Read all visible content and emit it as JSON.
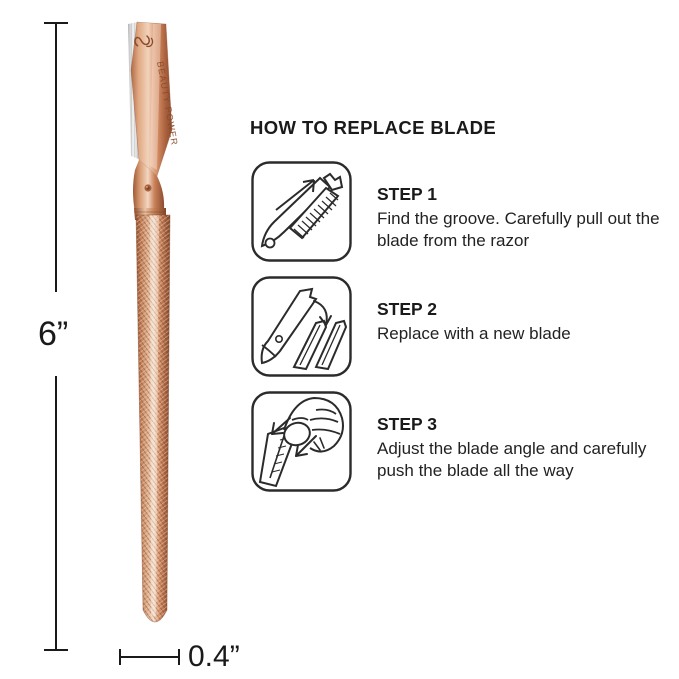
{
  "product": {
    "name": "rose-gold folding eyebrow razor",
    "brand_text": "BEAUTY POWER",
    "brand_logo": "script-monogram-logo",
    "colors": {
      "rose_gold_dark": "#9C5A39",
      "rose_gold_mid": "#C98059",
      "rose_gold_light": "#E6B595",
      "rose_gold_highlight": "#F4DACA",
      "blade_silver": "#D8D8D8",
      "outline": "#1a1a1a",
      "background": "#ffffff"
    }
  },
  "dimensions": {
    "height_label": "6”",
    "width_label": "0.4”"
  },
  "instructions": {
    "title": "HOW TO REPLACE BLADE",
    "steps": [
      {
        "label": "STEP 1",
        "description": "Find the groove. Carefully pull out the blade from the razor",
        "icon": "razor-pull-blade-arrow-icon"
      },
      {
        "label": "STEP 2",
        "description": "Replace with a new blade",
        "icon": "razor-new-blades-arrow-icon"
      },
      {
        "label": "STEP 3",
        "description": "Adjust the blade angle and carefully push the blade all the way",
        "icon": "hand-adjust-blade-arrows-icon"
      }
    ]
  }
}
